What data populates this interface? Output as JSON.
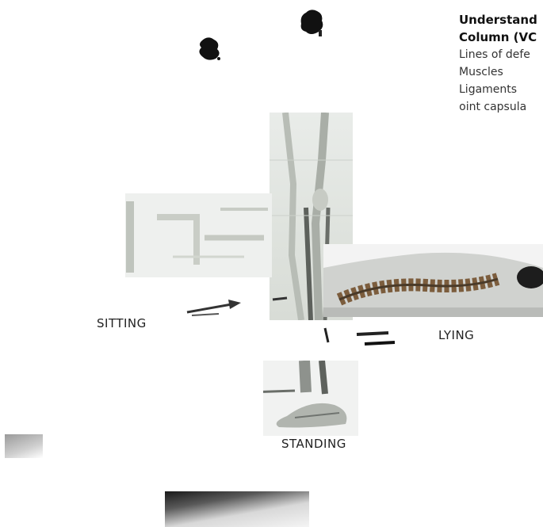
{
  "side_panel": {
    "title_line1": "Understand",
    "title_line2": "Column (VC",
    "items": [
      "Lines of defe",
      "Muscles",
      "Ligaments",
      "Joint capsula"
    ]
  },
  "captions": {
    "sitting": "SITTING",
    "lying": "LYING",
    "standing": "STANDING"
  }
}
